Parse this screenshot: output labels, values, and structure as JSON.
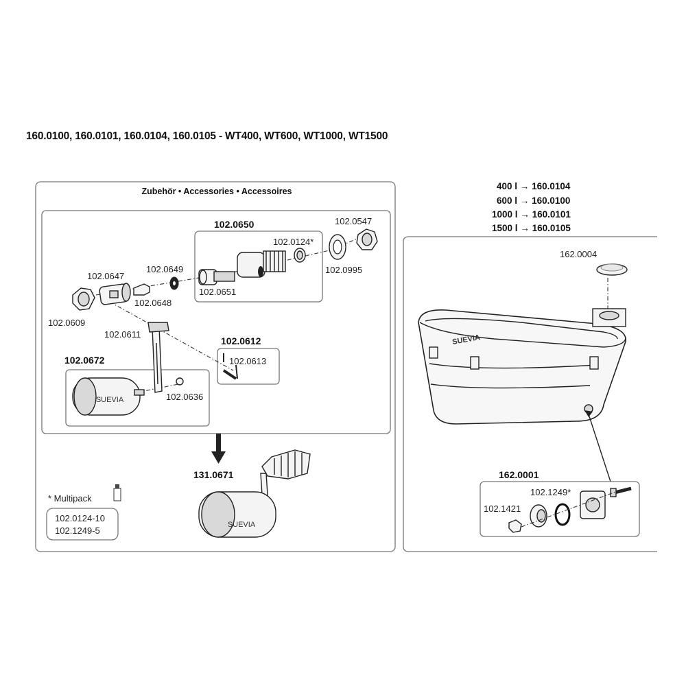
{
  "title": "160.0100, 160.0101, 160.0104, 160.0105 - WT400, WT600, WT1000, WT1500",
  "accessories_header": "Zubehör • Accessories • Accessoires",
  "parts": {
    "p0650": "102.0650",
    "p0124": "102.0124*",
    "p0547": "102.0547",
    "p0995": "102.0995",
    "p0651": "102.0651",
    "p0647": "102.0647",
    "p0649": "102.0649",
    "p0648": "102.0648",
    "p0609": "102.0609",
    "p0611": "102.0611",
    "p0612": "102.0612",
    "p0613": "102.0613",
    "p0672": "102.0672",
    "p0636": "102.0636",
    "p131_0671": "131.0671",
    "p162_0004": "162.0004",
    "p162_0001": "162.0001",
    "p1249": "102.1249*",
    "p1421": "102.1421"
  },
  "multipack": {
    "label": "* Multipack",
    "items": [
      "102.0124-10",
      "102.1249-5"
    ]
  },
  "sizes": [
    {
      "volume": "400 l",
      "arrow": "→",
      "code": "160.0104"
    },
    {
      "volume": "600 l",
      "arrow": "→",
      "code": "160.0100"
    },
    {
      "volume": "1000 l",
      "arrow": "→",
      "code": "160.0101"
    },
    {
      "volume": "1500 l",
      "arrow": "→",
      "code": "160.0105"
    }
  ],
  "brand": "SUEVIA"
}
